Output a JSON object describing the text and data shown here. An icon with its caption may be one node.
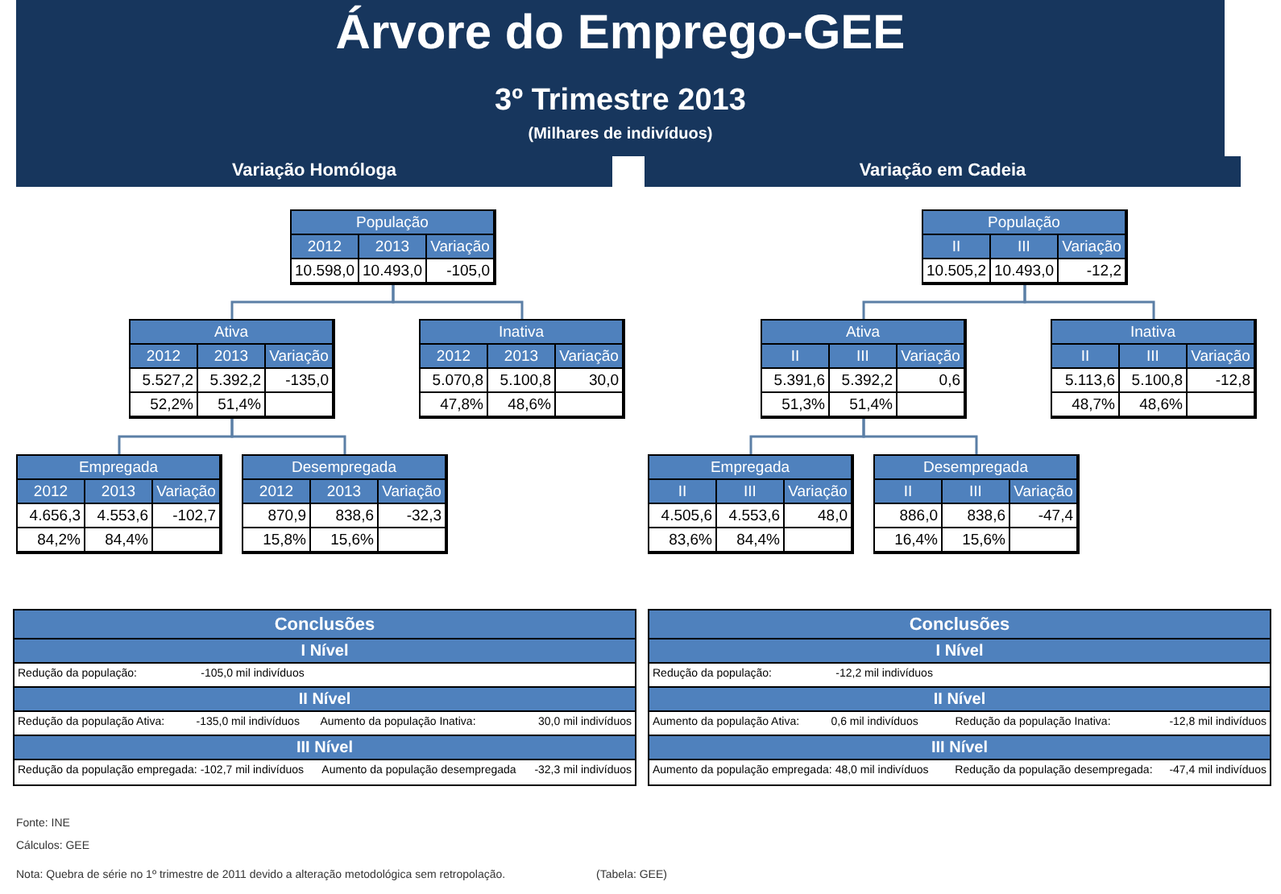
{
  "diagram": {
    "title": "Árvore do Emprego-GEE",
    "nodes": [
      {
        "text": [
          "Variação Homóloga"
        ]
      },
      {
        "text": [
          "População",
          "2012",
          "2013",
          "Variação",
          "10.598,0",
          "10.493,0",
          "-105,0"
        ]
      },
      {
        "text": [
          "Ativa",
          "2012",
          "2013",
          "Variação",
          "5.527,2",
          "5.392,2",
          "-135,0",
          "52,2%",
          "51,4%"
        ]
      },
      {
        "text": [
          "Inativa",
          "2012",
          "2013",
          "Variação",
          "5.070,8",
          "5.100,8",
          "30,0",
          "47,8%",
          "48,6%"
        ]
      },
      {
        "text": [
          "Empregada",
          "2012",
          "2013",
          "Variação",
          "4.656,3",
          "4.553,6",
          "-102,7",
          "84,2%",
          "84,4%"
        ]
      },
      {
        "text": [
          "Desempregada",
          "2012",
          "2013",
          "Variação",
          "870,9",
          "838,6",
          "-32,3",
          "15,8%",
          "15,6%"
        ]
      },
      {
        "text": [
          "Conclusões",
          "I Nível",
          "Redução da população:",
          "-105,0 mil indivíduos",
          "II Nível",
          "Redução da população Ativa:",
          "-135,0 mil indivíduos",
          "Aumento da população Inativa:",
          "30,0 mil indivíduos",
          "III Nível",
          "Redução da população empregada:",
          "-102,7 mil indivíduos",
          "Aumento da população desempregada",
          "-32,3 mil indivíduos"
        ]
      },
      {
        "text": [
          "Variação em Cadeia"
        ]
      },
      {
        "text": [
          "População",
          "II",
          "III",
          "Variação",
          "10.505,2",
          "10.493,0",
          "-12,2"
        ]
      },
      {
        "text": [
          "Ativa",
          "II",
          "III",
          "Variação",
          "5.391,6",
          "5.392,2",
          "0,6",
          "51,3%",
          "51,4%"
        ]
      },
      {
        "text": [
          "Inativa",
          "II",
          "III",
          "Variação",
          "5.113,6",
          "5.100,8",
          "-12,8",
          "48,7%",
          "48,6%"
        ]
      },
      {
        "text": [
          "Empregada",
          "II",
          "III",
          "Variação",
          "4.505,6",
          "4.553,6",
          "48,0",
          "83,6%",
          "84,4%"
        ]
      },
      {
        "text": [
          "Desempregada",
          "II",
          "III",
          "Variação",
          "886,0",
          "838,6",
          "-47,4",
          "16,4%",
          "15,6%"
        ]
      },
      {
        "text": [
          "Conclusões",
          "I Nível",
          "Redução da população:",
          "-12,2 mil indivíduos",
          "II Nível",
          "Aumento da população Ativa:",
          "0,6 mil indivíduos",
          "Redução da população Inativa:",
          "-12,8 mil indivíduos",
          "III Nível",
          "Aumento da população empregada:",
          "48,0 mil indivíduos",
          "Redução da população desempregada:",
          "-47,4 mil indivíduos"
        ]
      }
    ],
    "edges": [
      {
        "from": 1,
        "to": 2,
        "arrow": "none"
      },
      {
        "from": 1,
        "to": 3,
        "arrow": "none"
      },
      {
        "from": 2,
        "to": 4,
        "arrow": "none"
      },
      {
        "from": 2,
        "to": 5,
        "arrow": "none"
      },
      {
        "from": 8,
        "to": 9,
        "arrow": "none"
      },
      {
        "from": 8,
        "to": 10,
        "arrow": "none"
      },
      {
        "from": 9,
        "to": 11,
        "arrow": "none"
      },
      {
        "from": 9,
        "to": 12,
        "arrow": "none"
      }
    ],
    "labels": [
      "3º Trimestre 2013",
      "(Milhares de indivíduos)",
      "Fonte: INE",
      "Cálculos: GEE",
      "Nota: Quebra de série no 1º trimestre de 2011 devido a alteração metodológica sem retropolação.",
      "(Tabela: GEE)"
    ]
  }
}
